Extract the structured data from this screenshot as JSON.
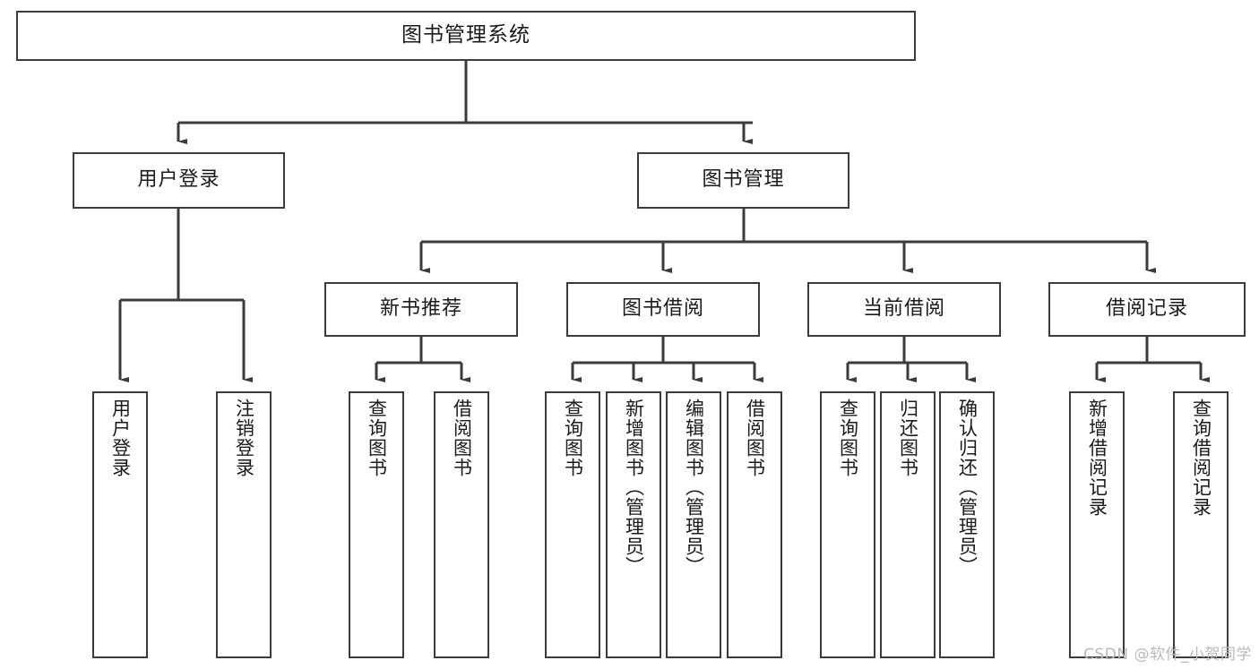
{
  "diagram": {
    "title": "图书管理系统",
    "type": "hierarchy-tree",
    "colors": {
      "box_border": "#3b3b3b",
      "box_fill": "#ffffff",
      "text": "#1a1a1a",
      "edge": "#3b3b3b",
      "watermark": "#b9b9b9"
    },
    "root": {
      "label": "图书管理系统"
    },
    "level2": [
      {
        "label": "用户登录"
      },
      {
        "label": "图书管理"
      }
    ],
    "level3": [
      {
        "label": "新书推荐"
      },
      {
        "label": "图书借阅"
      },
      {
        "label": "当前借阅"
      },
      {
        "label": "借阅记录"
      }
    ],
    "leaves": {
      "user_login": [
        {
          "label": "用户登录"
        },
        {
          "label": "注销登录"
        }
      ],
      "new_book_recommend": [
        {
          "label": "查询图书"
        },
        {
          "label": "借阅图书"
        }
      ],
      "book_borrow": [
        {
          "label": "查询图书"
        },
        {
          "label": "新增图书（管理员）"
        },
        {
          "label": "编辑图书（管理员）"
        },
        {
          "label": "借阅图书"
        }
      ],
      "current_borrow": [
        {
          "label": "查询图书"
        },
        {
          "label": "归还图书"
        },
        {
          "label": "确认归还（管理员）"
        }
      ],
      "borrow_record": [
        {
          "label": "新增借阅记录"
        },
        {
          "label": "查询借阅记录"
        }
      ]
    }
  },
  "watermark": {
    "text": "CSDN @软件_小贺同学"
  }
}
